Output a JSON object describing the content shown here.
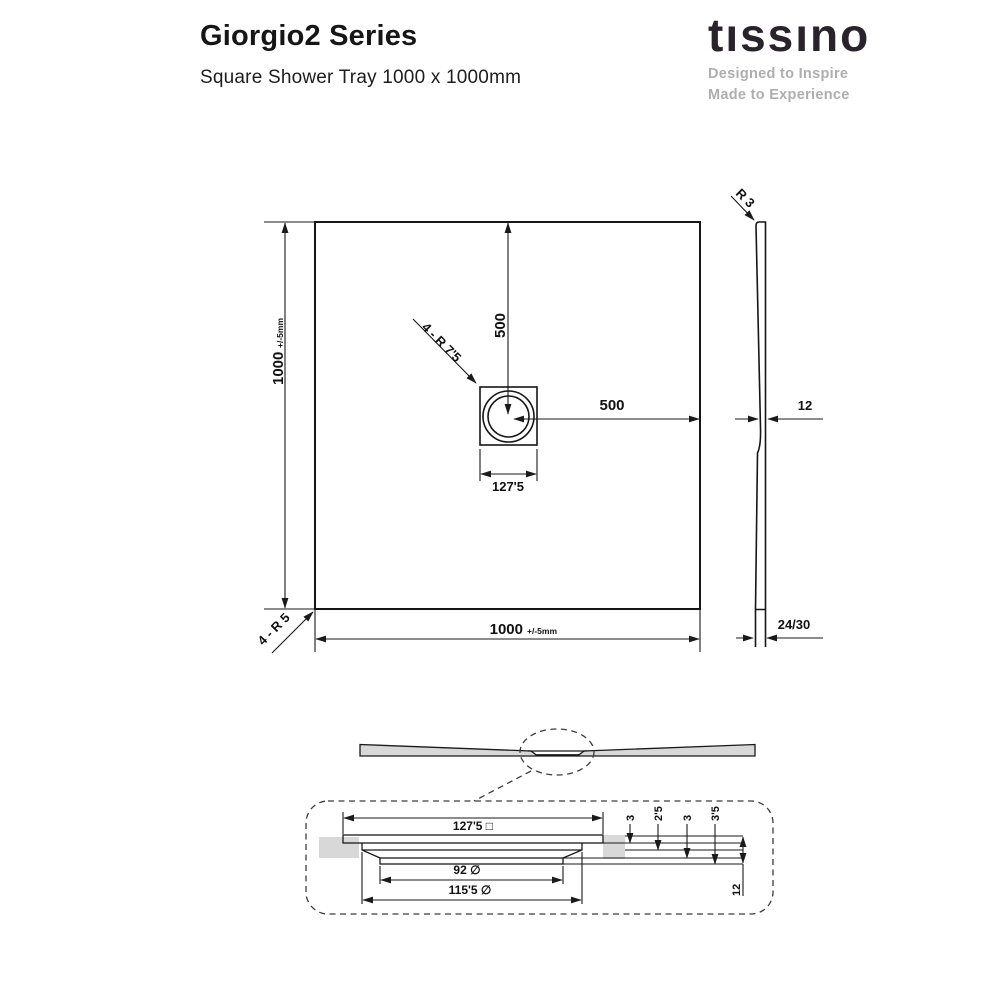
{
  "header": {
    "title": "Giorgio2 Series",
    "subtitle": "Square Shower Tray 1000 x 1000mm"
  },
  "brand": {
    "logo_text": "tıssıno",
    "tagline_line1": "Designed to Inspire",
    "tagline_line2": "Made to Experience"
  },
  "plan_view": {
    "height_value": "1000",
    "height_tolerance": "+/-5mm",
    "width_value": "1000",
    "width_tolerance": "+/-5mm",
    "center_from_top": "500",
    "center_from_right": "500",
    "waste_cover_width": "127'5",
    "waste_corner_radius_label": "4 - R 7'5",
    "tray_corner_radius_label": "4 - R 5"
  },
  "side_view": {
    "top_edge_radius_label": "R 3",
    "mid_thickness": "12",
    "edge_height": "24/30"
  },
  "detail_view": {
    "cover_width": "127'5 □",
    "drain_diameter": "92 ∅",
    "flange_diameter": "115'5 ∅",
    "depth_step_1": "3",
    "depth_step_2": "2'5",
    "depth_step_3": "3",
    "depth_step_4": "3'5",
    "total_depth": "12"
  },
  "colors": {
    "line": "#1a1a1a",
    "section_fill": "#d8d8d8",
    "tagline_gray": "#aeaeae"
  }
}
